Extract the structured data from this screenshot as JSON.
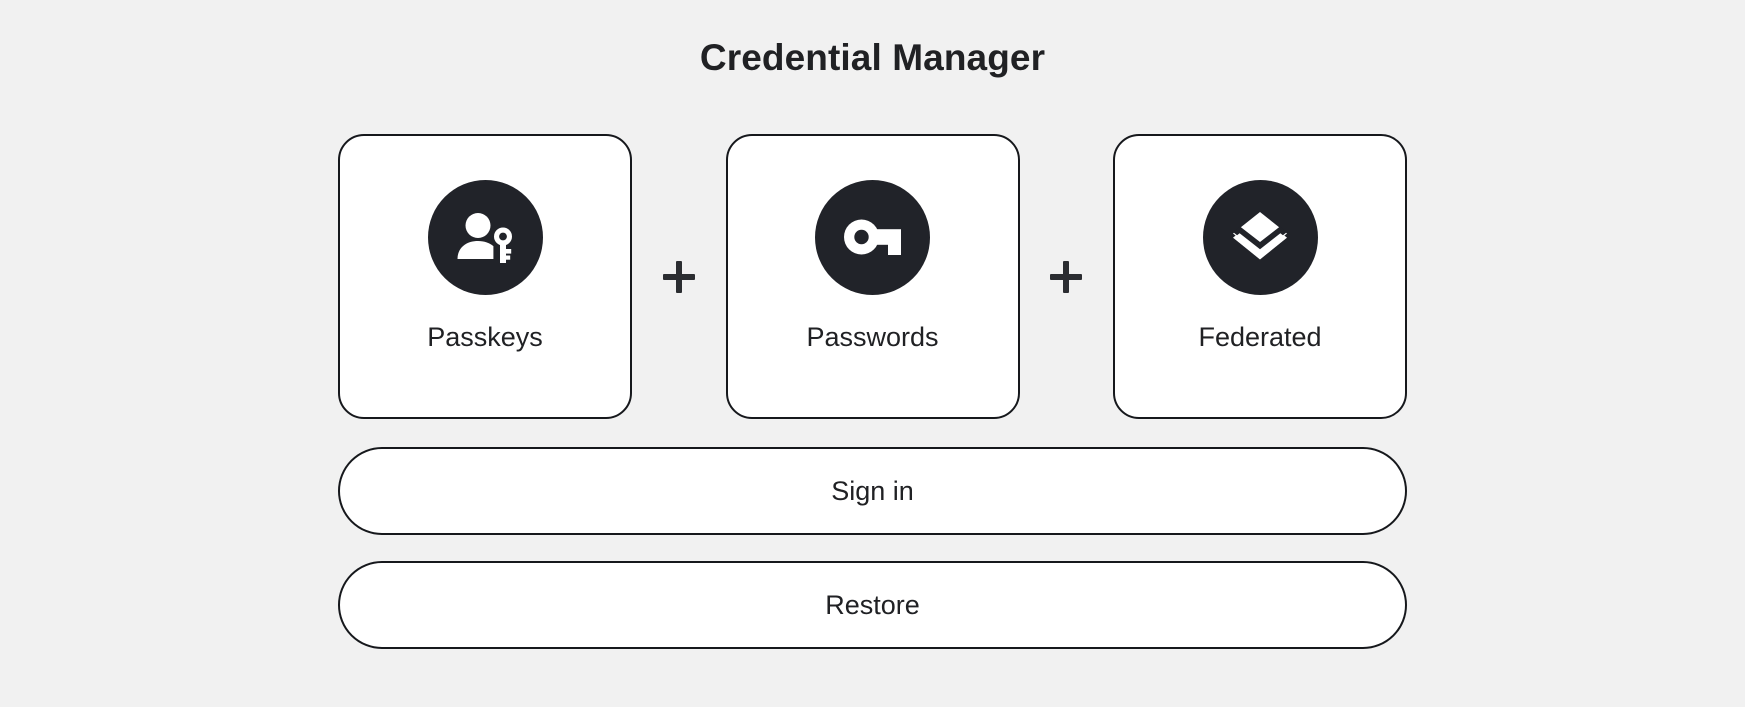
{
  "page": {
    "title": "Credential Manager",
    "background_color": "#f1f1f1",
    "text_color": "#202124",
    "border_color": "#16181c",
    "icon_circle_color": "#212329"
  },
  "credentials": {
    "separator": "+",
    "items": [
      {
        "label": "Passkeys",
        "icon": "person-key-icon"
      },
      {
        "label": "Passwords",
        "icon": "key-icon"
      },
      {
        "label": "Federated",
        "icon": "layers-icon"
      }
    ]
  },
  "actions": {
    "sign_in_label": "Sign in",
    "restore_label": "Restore"
  }
}
